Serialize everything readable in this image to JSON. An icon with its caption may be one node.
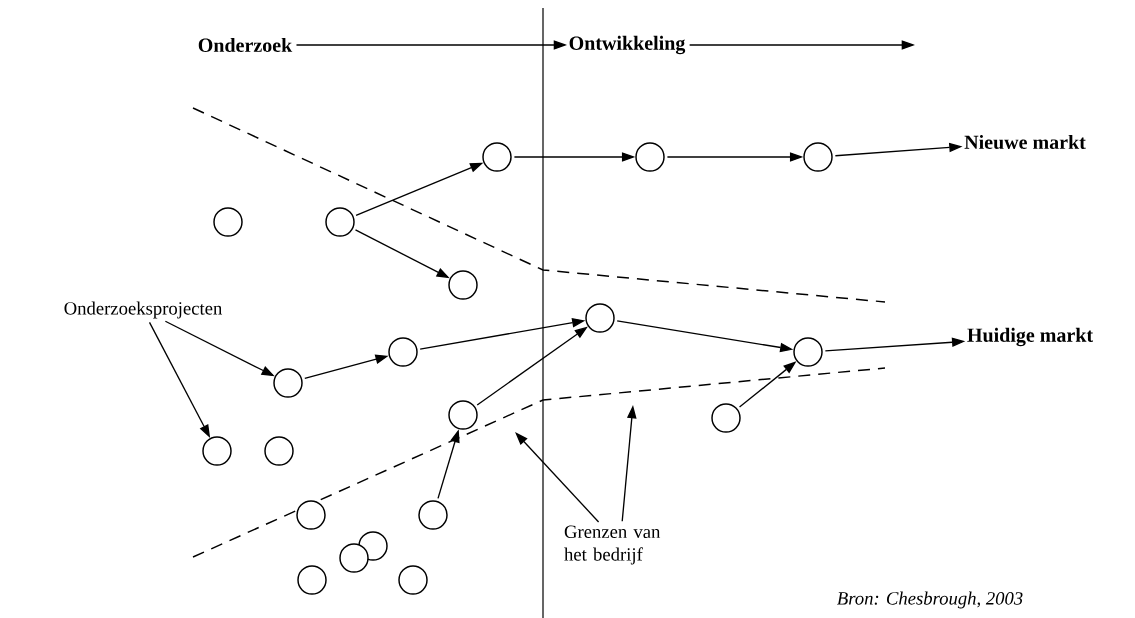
{
  "diagram": {
    "nodes": [
      {
        "text": [
          "Onderzoek"
        ]
      },
      {
        "text": [
          "Ontwikkeling"
        ]
      },
      {
        "text": [
          "Nieuwe markt"
        ]
      },
      {
        "text": [
          "Huidige markt"
        ]
      },
      {
        "text": [
          "Onderzoeksprojecten"
        ]
      },
      {
        "text": [
          "Grenzen van het bedrijf"
        ]
      },
      {
        "text": [],
        "shape": "circle"
      },
      {
        "text": [],
        "shape": "circle"
      },
      {
        "text": [],
        "shape": "circle"
      },
      {
        "text": [],
        "shape": "circle"
      },
      {
        "text": [],
        "shape": "circle"
      },
      {
        "text": [],
        "shape": "circle"
      },
      {
        "text": [],
        "shape": "circle"
      },
      {
        "text": [],
        "shape": "circle"
      },
      {
        "text": [],
        "shape": "circle"
      },
      {
        "text": [],
        "shape": "circle"
      },
      {
        "text": [],
        "shape": "circle"
      },
      {
        "text": [],
        "shape": "circle"
      },
      {
        "text": [],
        "shape": "circle"
      },
      {
        "text": [],
        "shape": "circle"
      },
      {
        "text": [],
        "shape": "circle"
      },
      {
        "text": [],
        "shape": "circle"
      },
      {
        "text": [],
        "shape": "circle"
      },
      {
        "text": [],
        "shape": "circle"
      },
      {
        "text": [],
        "shape": "circle"
      },
      {
        "text": [],
        "shape": "circle"
      }
    ],
    "edges": [
      {
        "from": 0,
        "to": 1,
        "arrow": "to"
      },
      {
        "from": 1,
        "to": null,
        "arrow": "to"
      },
      {
        "from": 7,
        "to": 8,
        "arrow": "to"
      },
      {
        "from": 7,
        "to": 11,
        "arrow": "to"
      },
      {
        "from": 8,
        "to": 9,
        "arrow": "to"
      },
      {
        "from": 9,
        "to": 10,
        "arrow": "to"
      },
      {
        "from": 10,
        "to": 2,
        "arrow": "to"
      },
      {
        "from": 4,
        "to": 15,
        "arrow": "to"
      },
      {
        "from": 4,
        "to": 18,
        "arrow": "to"
      },
      {
        "from": 15,
        "to": 14,
        "arrow": "to"
      },
      {
        "from": 14,
        "to": 12,
        "arrow": "to"
      },
      {
        "from": 21,
        "to": 16,
        "arrow": "to"
      },
      {
        "from": 16,
        "to": 12,
        "arrow": "to"
      },
      {
        "from": 12,
        "to": 13,
        "arrow": "to"
      },
      {
        "from": 17,
        "to": 13,
        "arrow": "to"
      },
      {
        "from": 13,
        "to": 3,
        "arrow": "to"
      },
      {
        "from": 5,
        "to": null,
        "arrow": "to"
      },
      {
        "from": 5,
        "to": null,
        "arrow": "to"
      }
    ],
    "labels": [
      "Bron: Chesbrough, 2003"
    ]
  }
}
